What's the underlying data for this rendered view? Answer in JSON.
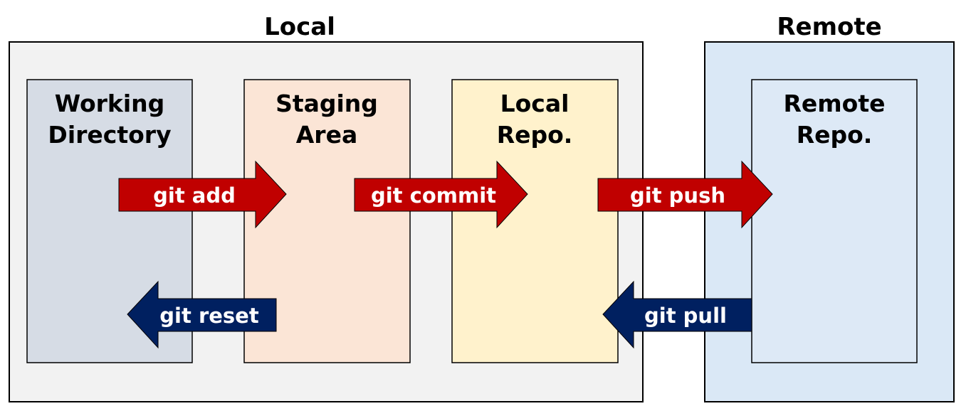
{
  "groups": {
    "local": {
      "title": "Local",
      "fill": "#f2f2f2"
    },
    "remote": {
      "title": "Remote",
      "fill": "#dae8f6"
    }
  },
  "boxes": {
    "working_directory": {
      "line1": "Working",
      "line2": "Directory",
      "fill": "#d6dce5"
    },
    "staging_area": {
      "line1": "Staging",
      "line2": "Area",
      "fill": "#fbe5d6"
    },
    "local_repo": {
      "line1": "Local",
      "line2": "Repo.",
      "fill": "#fff2cc"
    },
    "remote_repo": {
      "line1": "Remote",
      "line2": "Repo.",
      "fill": "#dde9f6"
    }
  },
  "arrows": {
    "git_add": {
      "label": "git add",
      "direction": "right",
      "color": "#c00000"
    },
    "git_commit": {
      "label": "git commit",
      "direction": "right",
      "color": "#c00000"
    },
    "git_push": {
      "label": "git push",
      "direction": "right",
      "color": "#c00000"
    },
    "git_reset": {
      "label": "git reset",
      "direction": "left",
      "color": "#002060"
    },
    "git_pull": {
      "label": "git pull",
      "direction": "left",
      "color": "#002060"
    }
  }
}
